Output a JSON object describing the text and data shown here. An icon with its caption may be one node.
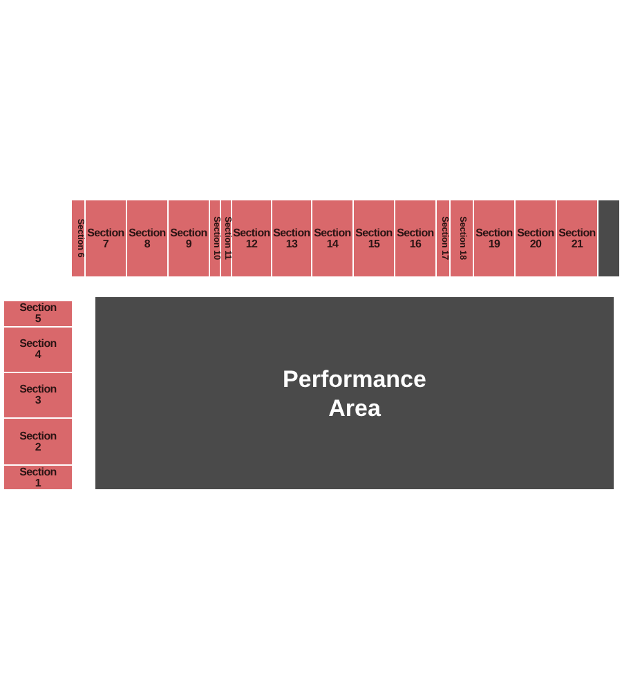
{
  "diagram": {
    "nodes": [
      {
        "text": [
          "Section 6"
        ]
      },
      {
        "text": [
          "Section 7"
        ]
      },
      {
        "text": [
          "Section 8"
        ]
      },
      {
        "text": [
          "Section 9"
        ]
      },
      {
        "text": [
          "Section 10"
        ]
      },
      {
        "text": [
          "Section 11"
        ]
      },
      {
        "text": [
          "Section 12"
        ]
      },
      {
        "text": [
          "Section 13"
        ]
      },
      {
        "text": [
          "Section 14"
        ]
      },
      {
        "text": [
          "Section 15"
        ]
      },
      {
        "text": [
          "Section 16"
        ]
      },
      {
        "text": [
          "Section 17"
        ]
      },
      {
        "text": [
          "Section 18"
        ]
      },
      {
        "text": [
          "Section 19"
        ]
      },
      {
        "text": [
          "Section 20"
        ]
      },
      {
        "text": [
          "Section 21"
        ]
      },
      {
        "text": [],
        "shape": "box"
      },
      {
        "text": [
          "Section 5"
        ]
      },
      {
        "text": [
          "Section 4"
        ]
      },
      {
        "text": [
          "Section 3"
        ]
      },
      {
        "text": [
          "Section 2"
        ]
      },
      {
        "text": [
          "Section 1"
        ]
      },
      {
        "text": [
          "Performance Area"
        ]
      }
    ]
  }
}
